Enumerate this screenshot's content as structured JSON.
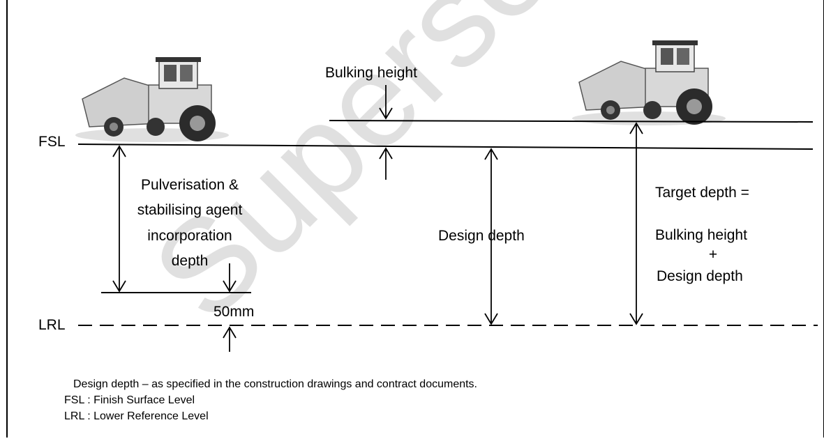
{
  "labels": {
    "fsl": "FSL",
    "lrl": "LRL",
    "bulking_height": "Bulking height",
    "pulverisation": [
      "Pulverisation &",
      "stabilising agent",
      "incorporation",
      "depth"
    ],
    "design_depth": "Design depth",
    "offset": "50mm",
    "target_depth": [
      "Target depth =",
      "Bulking height",
      "+",
      "Design depth"
    ]
  },
  "notes": [
    "Design depth – as specified in the construction drawings and contract documents.",
    "FSL : Finish Surface Level",
    "LRL : Lower Reference Level"
  ],
  "watermark": "Superseded",
  "colors": {
    "line": "#000000",
    "watermark": "#c8c8c8"
  }
}
